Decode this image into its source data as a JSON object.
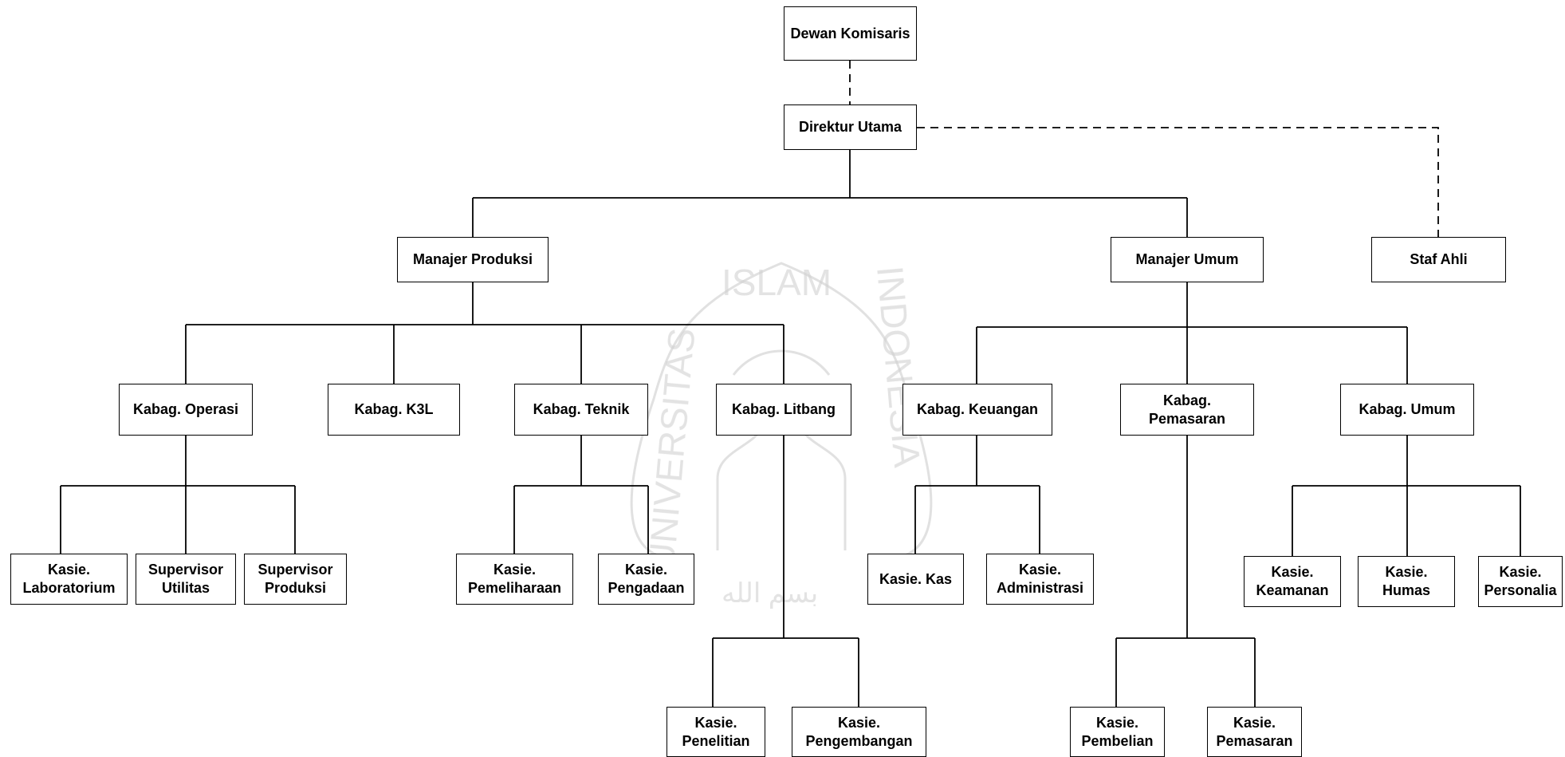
{
  "nodes": {
    "dewan": "Dewan Komisaris",
    "direktur": "Direktur Utama",
    "staf": "Staf Ahli",
    "m_prod": "Manajer Produksi",
    "m_umum": "Manajer Umum",
    "k_operasi": "Kabag. Operasi",
    "k_k3l": "Kabag. K3L",
    "k_teknik": "Kabag. Teknik",
    "k_litbang": "Kabag. Litbang",
    "k_keuangan": "Kabag. Keuangan",
    "k_pemasaran": "Kabag.\nPemasaran",
    "k_umum": "Kabag. Umum",
    "s_lab": "Kasie.\nLaboratorium",
    "s_util": "Supervisor\nUtilitas",
    "s_prod": "Supervisor\nProduksi",
    "s_pemel": "Kasie.\nPemeliharaan",
    "s_pengad": "Kasie.\nPengadaan",
    "s_kas": "Kasie. Kas",
    "s_admin": "Kasie.\nAdministrasi",
    "s_keam": "Kasie.\nKeamanan",
    "s_humas": "Kasie.\nHumas",
    "s_pers": "Kasie.\nPersonalia",
    "s_penel": "Kasie.\nPenelitian",
    "s_pengemb": "Kasie.\nPengembangan",
    "s_pemb": "Kasie.\nPembelian",
    "s_pemas": "Kasie.\nPemasaran"
  },
  "watermark": {
    "top_text": "ISLAM",
    "left_text": "UNIVERSITAS",
    "right_text": "INDONESIA",
    "bottom_text": "بسم الله"
  }
}
